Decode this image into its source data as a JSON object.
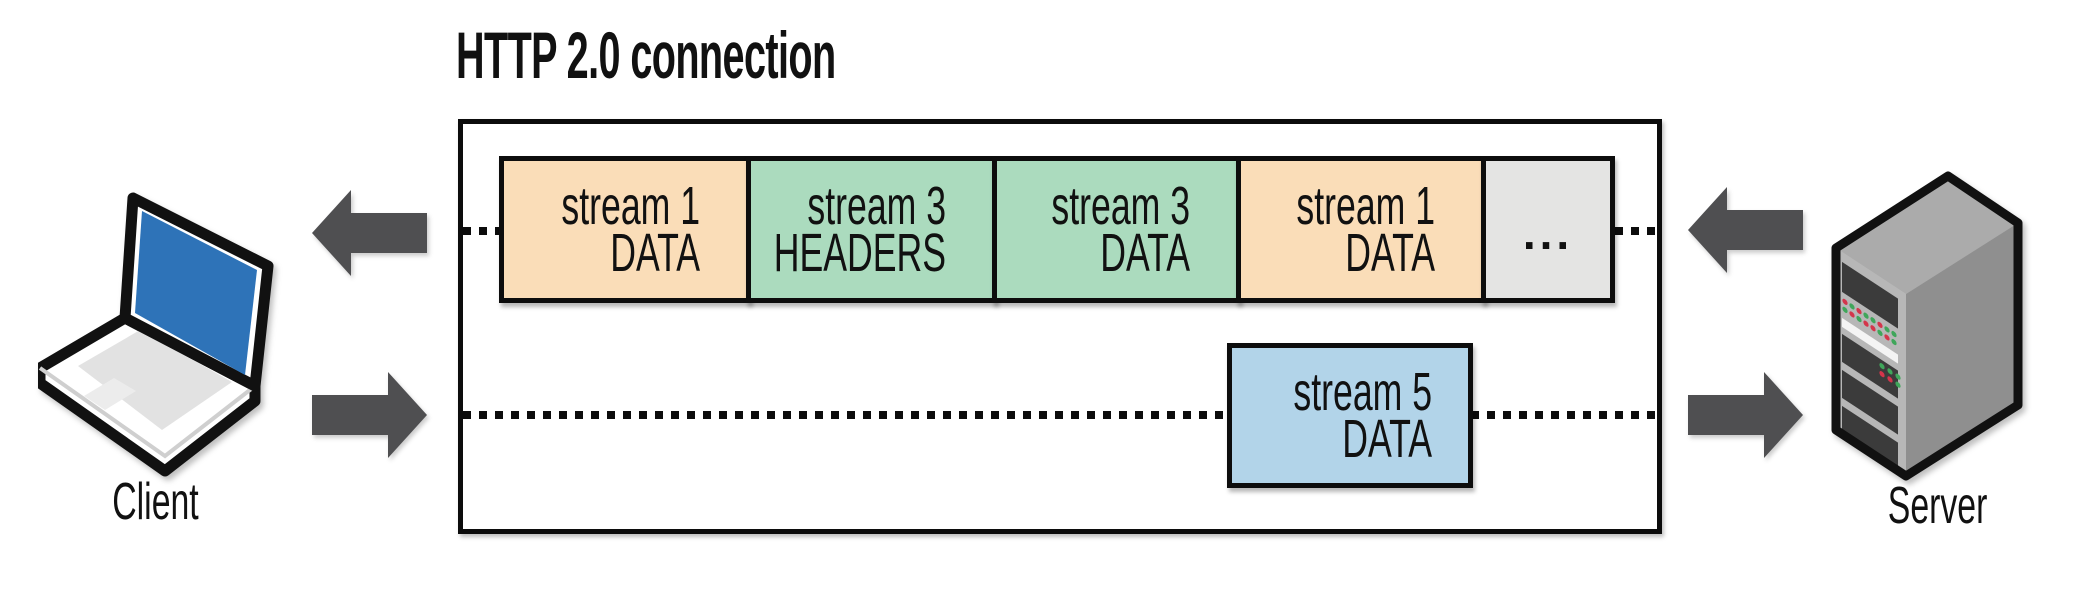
{
  "title": "HTTP 2.0 connection",
  "client": {
    "label": "Client"
  },
  "server": {
    "label": "Server"
  },
  "connection": {
    "response_lane": {
      "frames": [
        {
          "stream": "stream 1",
          "frame_type": "DATA",
          "color": "#FADDB8"
        },
        {
          "stream": "stream 3",
          "frame_type": "HEADERS",
          "color": "#ABDBBE"
        },
        {
          "stream": "stream 3",
          "frame_type": "DATA",
          "color": "#ABDBBE"
        },
        {
          "stream": "stream 1",
          "frame_type": "DATA",
          "color": "#FADDB8"
        }
      ],
      "more_frames": {
        "label": "...",
        "color": "#E4E4E3"
      }
    },
    "request_lane": {
      "frames": [
        {
          "stream": "stream 5",
          "frame_type": "DATA",
          "color": "#B2D4E9"
        }
      ]
    }
  },
  "colors": {
    "arrow": "#4F4F51",
    "border": "#0D0D0D",
    "laptop_screen": "#2E73B8",
    "server_front": "#B7B7B7",
    "server_side": "#8F8F8F",
    "server_top": "#ABABAB"
  }
}
